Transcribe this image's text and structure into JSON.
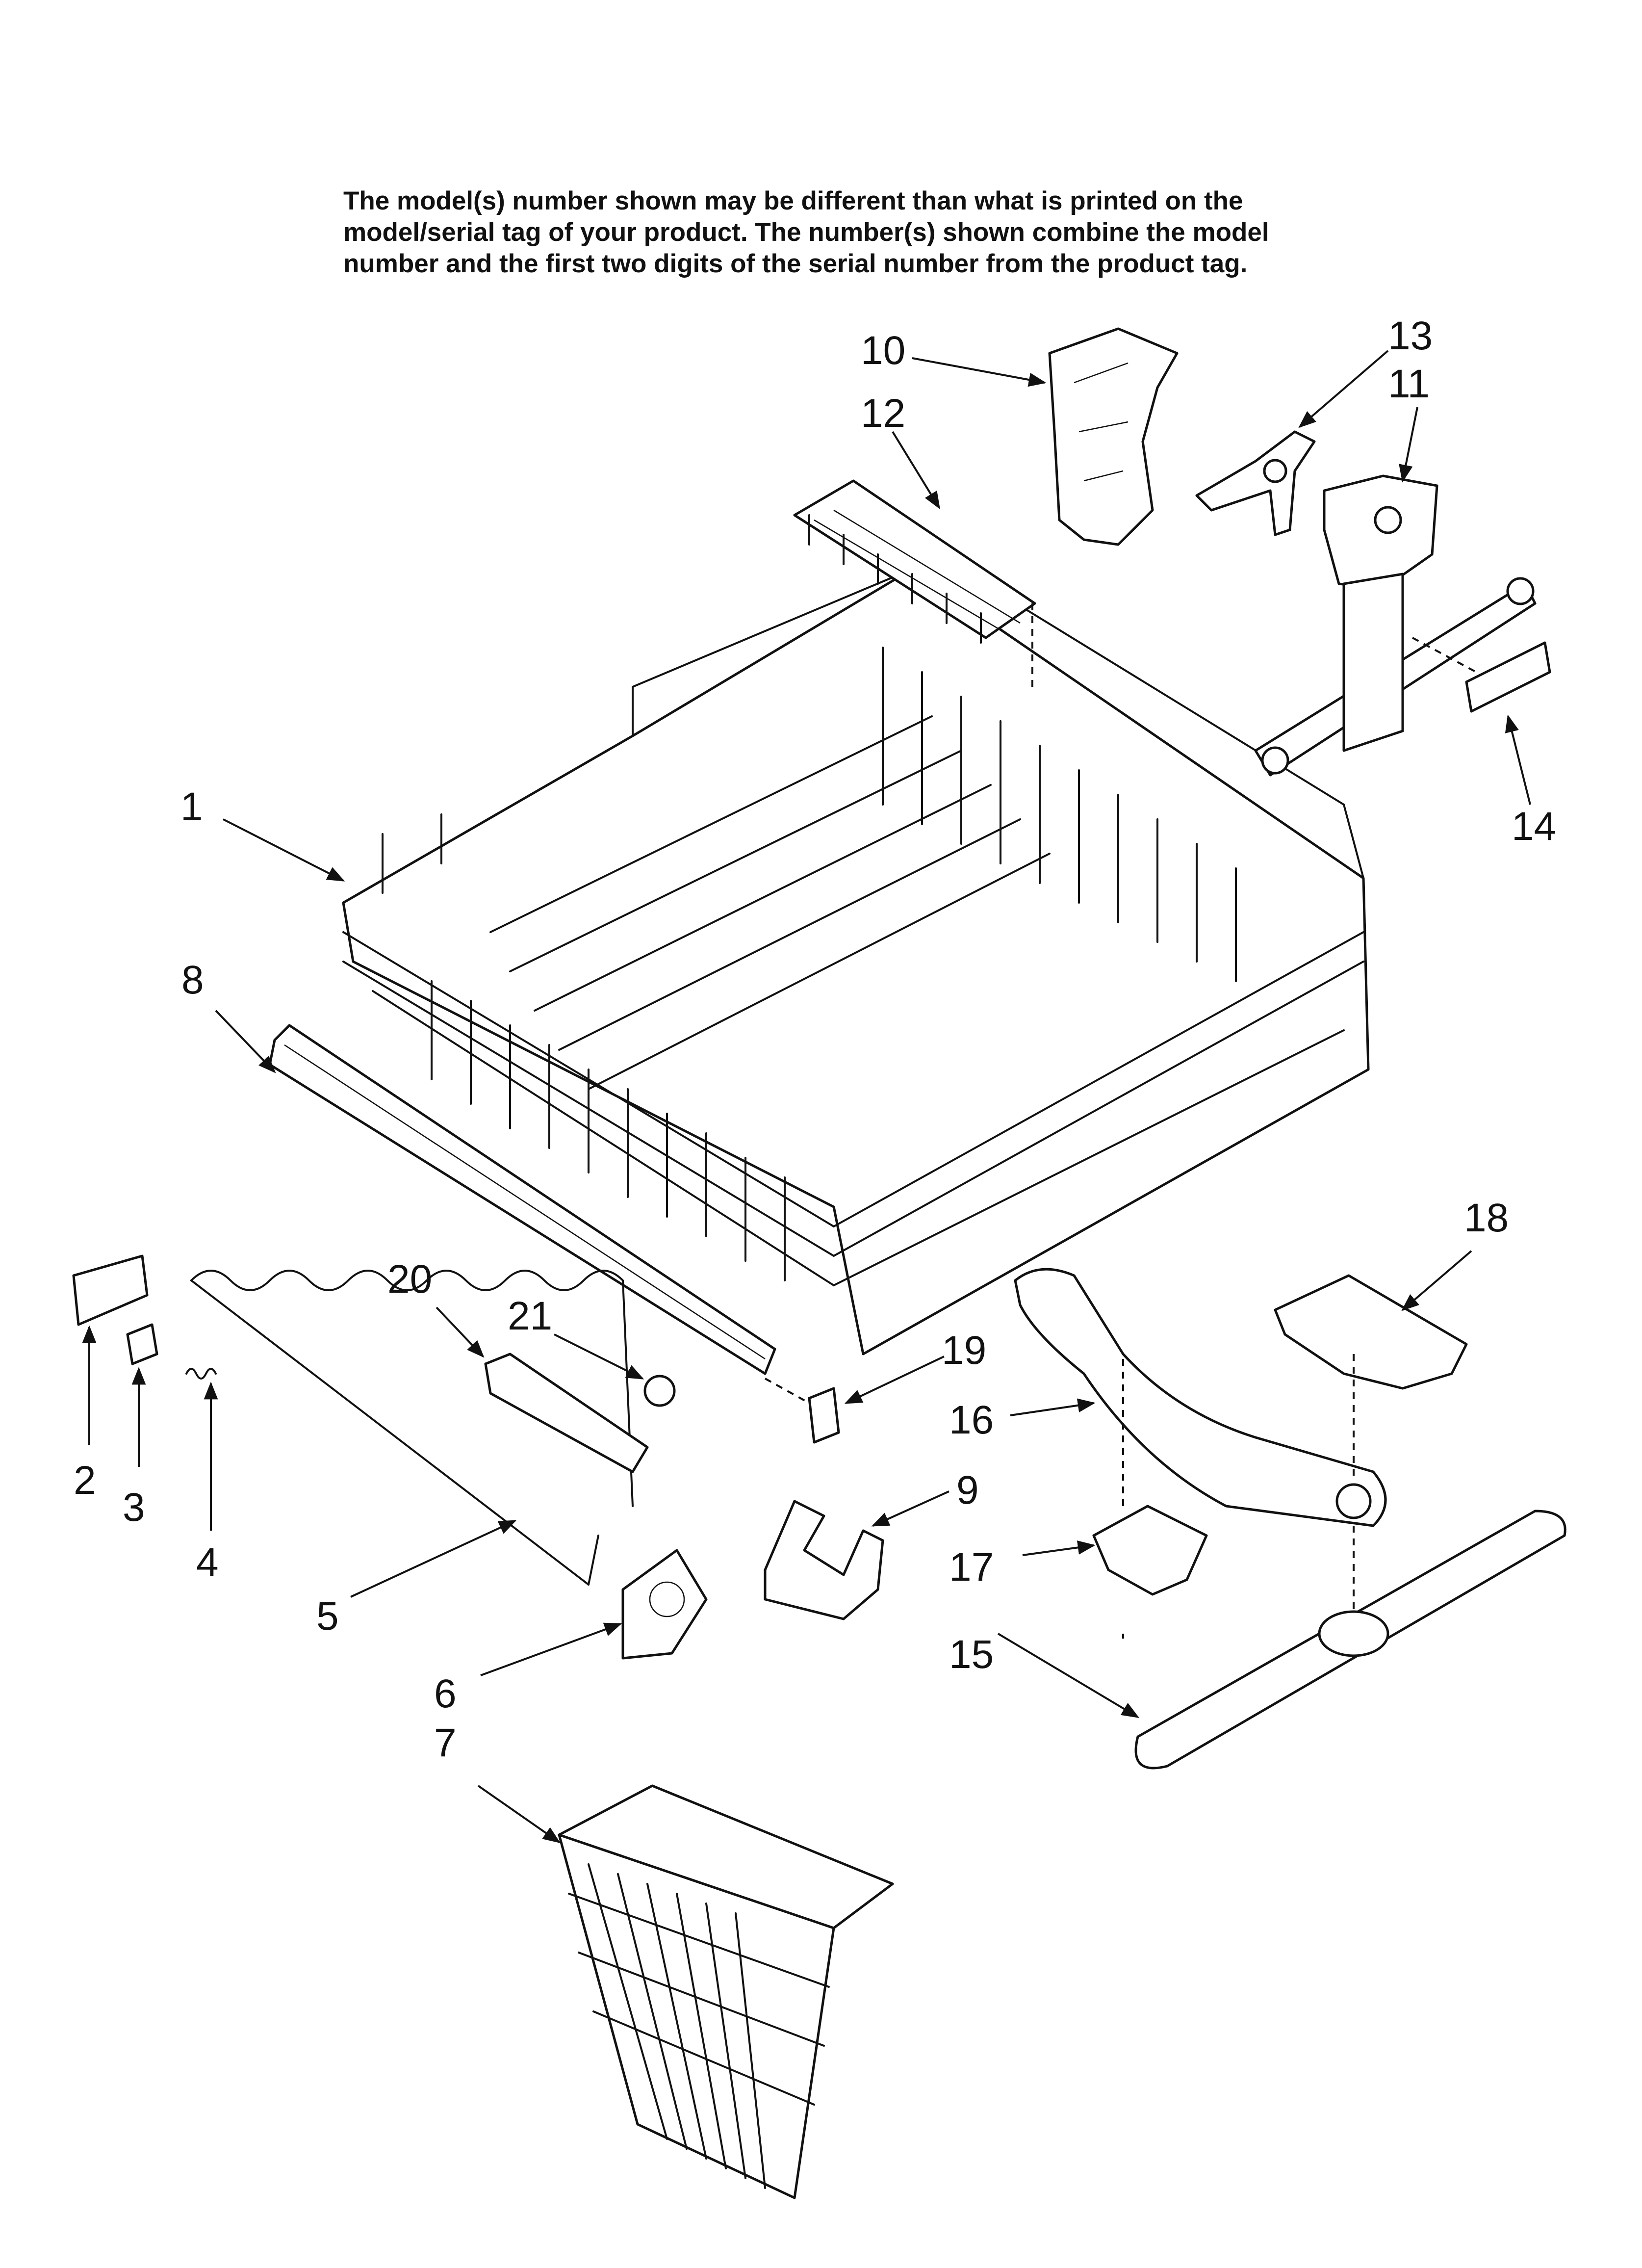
{
  "notice": {
    "line1": "The model(s) number shown may be different than what is printed on the",
    "line2": "model/serial tag of your product. The number(s) shown combine the model",
    "line3": "number and the first two digits of the serial number from the product tag."
  },
  "callouts": [
    {
      "id": "1",
      "label": "1"
    },
    {
      "id": "2",
      "label": "2"
    },
    {
      "id": "3",
      "label": "3"
    },
    {
      "id": "4",
      "label": "4"
    },
    {
      "id": "5",
      "label": "5"
    },
    {
      "id": "6",
      "label": "6"
    },
    {
      "id": "7",
      "label": "7"
    },
    {
      "id": "8",
      "label": "8"
    },
    {
      "id": "9",
      "label": "9"
    },
    {
      "id": "10",
      "label": "10"
    },
    {
      "id": "11",
      "label": "11"
    },
    {
      "id": "12",
      "label": "12"
    },
    {
      "id": "13",
      "label": "13"
    },
    {
      "id": "14",
      "label": "14"
    },
    {
      "id": "15",
      "label": "15"
    },
    {
      "id": "16",
      "label": "16"
    },
    {
      "id": "17",
      "label": "17"
    },
    {
      "id": "18",
      "label": "18"
    },
    {
      "id": "19",
      "label": "19"
    },
    {
      "id": "20",
      "label": "20"
    },
    {
      "id": "21",
      "label": "21"
    }
  ]
}
